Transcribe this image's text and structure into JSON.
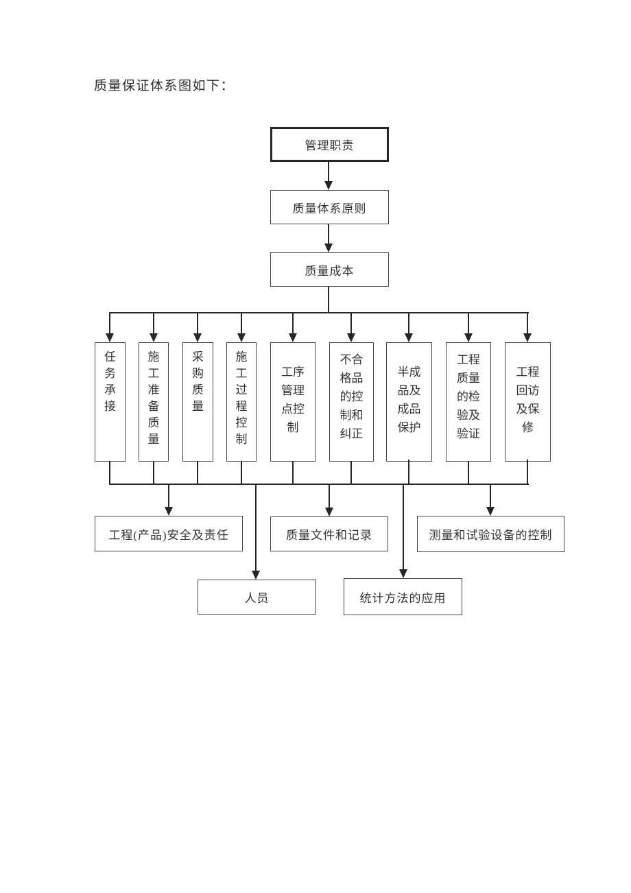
{
  "page": {
    "title_text": "质量保证体系图如下："
  },
  "diagram": {
    "chain": [
      {
        "label": "管理职责"
      },
      {
        "label": "质量体系原则"
      },
      {
        "label": "质量成本"
      }
    ],
    "branches": [
      {
        "label": "任务承接"
      },
      {
        "label": "施工准备质量"
      },
      {
        "label": "采购质量"
      },
      {
        "label": "施工过程控制"
      },
      {
        "label": "工序管理点控制"
      },
      {
        "label": "不合格品的控制和纠正"
      },
      {
        "label": "半成品及成品保护"
      },
      {
        "label": "工程质量的检验及验证"
      },
      {
        "label": "工程回访及保修"
      }
    ],
    "support_row1": [
      {
        "label": "工程(产品)安全及责任"
      },
      {
        "label": "质量文件和记录"
      },
      {
        "label": "测量和试验设备的控制"
      }
    ],
    "support_row2": [
      {
        "label": "人员"
      },
      {
        "label": "统计方法的应用"
      }
    ],
    "colors": {
      "line": "#262626",
      "box_border": "#424242",
      "text": "#333333",
      "background": "#ffffff"
    }
  }
}
